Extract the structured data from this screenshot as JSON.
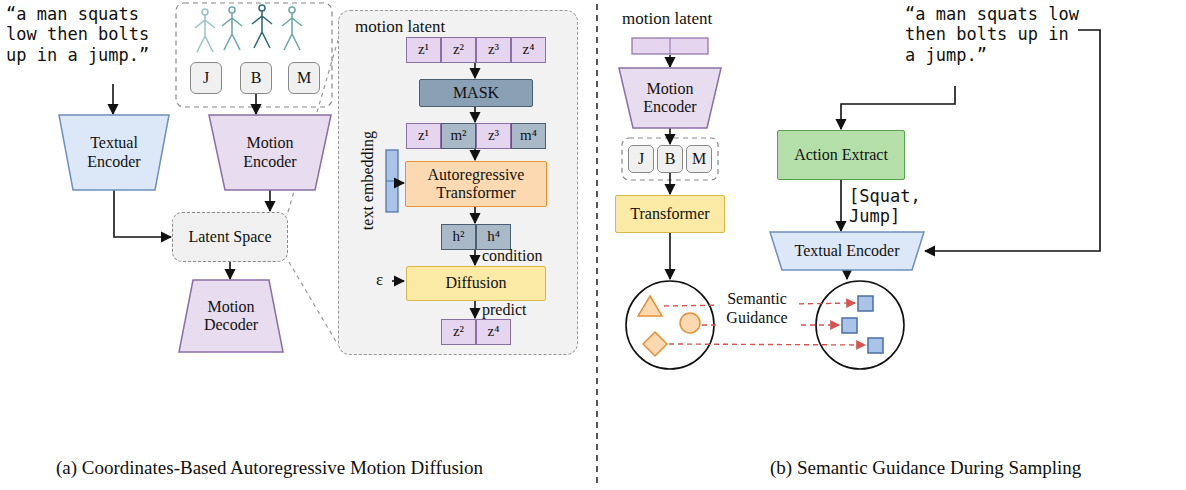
{
  "diagram": {
    "nodes": [
      {
        "text": [
          "Textual Encoder"
        ]
      },
      {
        "text": [
          "J"
        ]
      },
      {
        "text": [
          "B"
        ]
      },
      {
        "text": [
          "M"
        ]
      },
      {
        "text": [
          "Motion Encoder"
        ]
      },
      {
        "text": [
          "Latent Space"
        ]
      },
      {
        "text": [
          "Motion Decoder"
        ]
      },
      {
        "text": [
          "motion latent"
        ]
      },
      {
        "text": [
          "z¹"
        ],
        "in": 7
      },
      {
        "text": [
          "z²"
        ],
        "in": 7
      },
      {
        "text": [
          "z³"
        ],
        "in": 7
      },
      {
        "text": [
          "z⁴"
        ],
        "in": 7
      },
      {
        "text": [
          "MASK"
        ],
        "in": 7
      },
      {
        "text": [
          "z¹"
        ],
        "in": 7
      },
      {
        "text": [
          "m²"
        ],
        "in": 7
      },
      {
        "text": [
          "z³"
        ],
        "in": 7
      },
      {
        "text": [
          "m⁴"
        ],
        "in": 7
      },
      {
        "text": [
          "Autoregressive Transformer"
        ],
        "in": 7
      },
      {
        "text": [
          "h²"
        ],
        "in": 7
      },
      {
        "text": [
          "h⁴"
        ],
        "in": 7
      },
      {
        "text": [
          "Diffusion"
        ],
        "in": 7
      },
      {
        "text": [
          "z²"
        ],
        "in": 7
      },
      {
        "text": [
          "z⁴"
        ],
        "in": 7
      },
      {
        "text": [
          "Motion Encoder"
        ]
      },
      {
        "text": [
          "J"
        ]
      },
      {
        "text": [
          "B"
        ]
      },
      {
        "text": [
          "M"
        ]
      },
      {
        "text": [
          "Transformer"
        ]
      },
      {
        "text": [
          "Action Extract"
        ]
      },
      {
        "text": [
          "Textual Encoder"
        ]
      }
    ],
    "edges": [
      {
        "from": 0,
        "to": 5,
        "arrow": "to"
      },
      {
        "from": 2,
        "to": 4,
        "arrow": "to"
      },
      {
        "from": 4,
        "to": 5,
        "arrow": "to"
      },
      {
        "from": 5,
        "to": 6,
        "arrow": "to"
      },
      {
        "from": 5,
        "to": 7,
        "arrow": "none"
      },
      {
        "from": 9,
        "to": 12,
        "arrow": "to"
      },
      {
        "from": 12,
        "to": 14,
        "arrow": "to"
      },
      {
        "from": 14,
        "to": 17,
        "arrow": "to"
      },
      {
        "from": 17,
        "to": 18,
        "arrow": "to"
      },
      {
        "from": 18,
        "to": 20,
        "arrow": "to"
      },
      {
        "from": 20,
        "to": 21,
        "arrow": "to"
      },
      {
        "from": 23,
        "to": 25,
        "arrow": "to"
      },
      {
        "from": 25,
        "to": 27,
        "arrow": "to"
      },
      {
        "from": 28,
        "to": 29,
        "label": "[Squat, Jump]",
        "arrow": "to"
      }
    ],
    "labels": [
      "“a man squats low then bolts up in a jump.”",
      "text embedding",
      "condition",
      "ε",
      "predict",
      "(a) Coordinates-Based Autoregressive Motion Diffusion",
      "motion latent",
      "Semantic Guidance",
      "“a man squats low then bolts up in a jump.”",
      "(b) Semantic Guidance During Sampling"
    ]
  }
}
